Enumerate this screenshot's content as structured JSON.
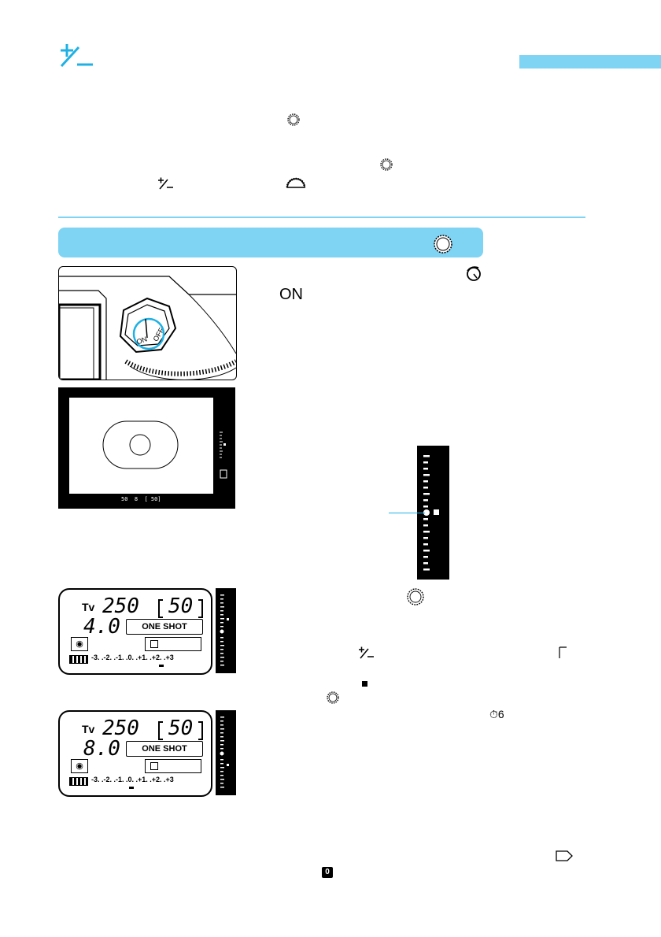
{
  "colors": {
    "accent": "#7fd3f3",
    "ink": "#000000",
    "paper": "#ffffff"
  },
  "header": {
    "icon": "exposure-compensation-icon"
  },
  "section": {
    "icon": "quick-control-dial-icon"
  },
  "text": {
    "on_label": "ON"
  },
  "inline_icons": [
    "quick-control-dial-icon",
    "quick-control-dial-icon",
    "exposure-compensation-icon",
    "main-dial-icon",
    "quick-control-dial-icon",
    "power-switch-icon",
    "quick-control-dial-icon",
    "exposure-compensation-icon",
    "page-ref-icon",
    "quick-control-dial-icon",
    "timer-icon",
    "page-ref-icon",
    "zero-mark-icon"
  ],
  "lcd1": {
    "mode": "Tv",
    "shutter": "250",
    "shots": "50",
    "aperture": "4.0",
    "af_mode": "ONE SHOT",
    "scale": "-3. .-2. .-1. .0. .+1. .+2. .+3"
  },
  "lcd2": {
    "mode": "Tv",
    "shutter": "250",
    "shots": "50",
    "aperture": "8.0",
    "af_mode": "ONE SHOT",
    "scale": "-3. .-2. .-1. .0. .+1. .+2. .+3"
  },
  "viewfinder": {
    "status": "50  8  [ 50]"
  },
  "switch": {
    "on": "ON",
    "off": "OFF"
  },
  "timer_label": "6",
  "zero_badge": "0"
}
